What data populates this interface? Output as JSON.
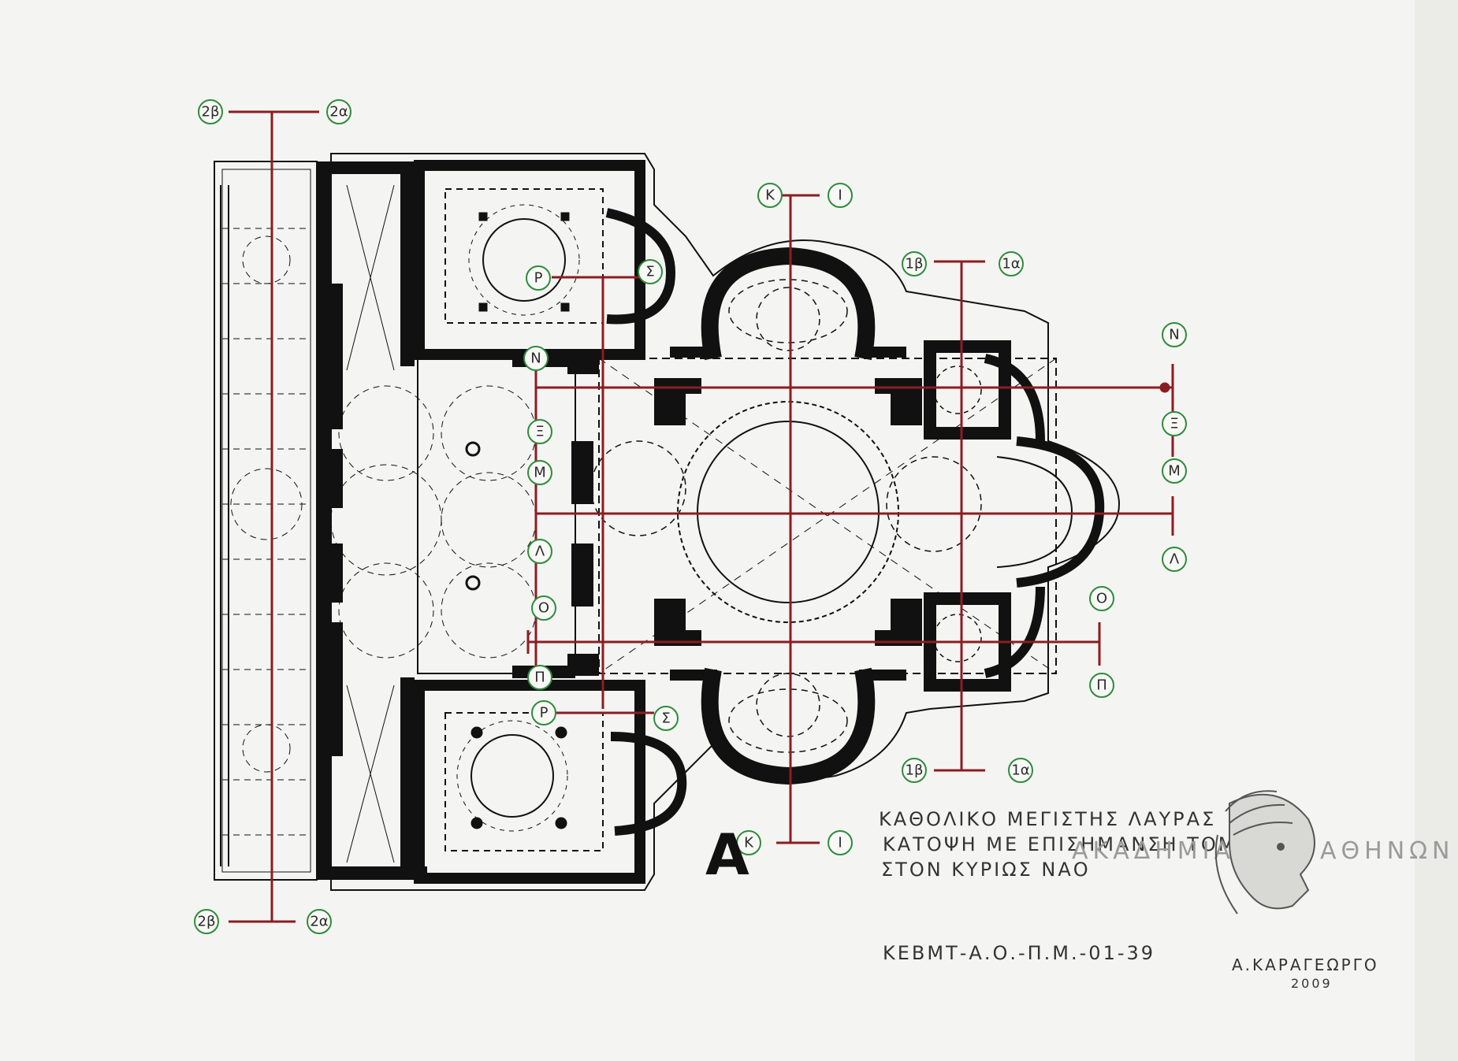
{
  "colors": {
    "paper": "#f4f4f2",
    "walls": "#111111",
    "section_lines": "#8b1d22",
    "markers": "#2e8b3a",
    "watermark": "#9a9a9a"
  },
  "section_markers": [
    {
      "id": "k-top",
      "label": "Κ"
    },
    {
      "id": "i-top",
      "label": "Ι"
    },
    {
      "id": "k-bot",
      "label": "Κ"
    },
    {
      "id": "i-bot",
      "label": "Ι"
    },
    {
      "id": "2b-top",
      "label": "2β"
    },
    {
      "id": "2a-top",
      "label": "2α"
    },
    {
      "id": "2b-bot",
      "label": "2β"
    },
    {
      "id": "2a-bot",
      "label": "2α"
    },
    {
      "id": "1b-top",
      "label": "1β"
    },
    {
      "id": "1a-top",
      "label": "1α"
    },
    {
      "id": "1b-bot",
      "label": "1β"
    },
    {
      "id": "1a-bot",
      "label": "1α"
    },
    {
      "id": "n-right",
      "label": "Ν"
    },
    {
      "id": "xi-right",
      "label": "Ξ"
    },
    {
      "id": "m-right",
      "label": "Μ"
    },
    {
      "id": "l-right",
      "label": "Λ"
    },
    {
      "id": "o-right",
      "label": "Ο"
    },
    {
      "id": "p-right",
      "label": "Π"
    },
    {
      "id": "n-left",
      "label": "Ν"
    },
    {
      "id": "xi-left",
      "label": "Ξ"
    },
    {
      "id": "m-left",
      "label": "Μ"
    },
    {
      "id": "l-left",
      "label": "Λ"
    },
    {
      "id": "o-left",
      "label": "Ο"
    },
    {
      "id": "p-left",
      "label": "Π"
    },
    {
      "id": "r-top",
      "label": "Ρ"
    },
    {
      "id": "s-top",
      "label": "Σ"
    },
    {
      "id": "r-bot",
      "label": "Ρ"
    },
    {
      "id": "s-bot",
      "label": "Σ"
    }
  ],
  "plan_letter": "A",
  "title_lines": [
    "ΚΑΘΟΛΙΚΟ ΜΕΓΙΣΤΗΣ ΛΑΥΡΑΣ",
    "ΚΑΤΟΨΗ ΜΕ ΕΠΙΣΗΜΑΝΣΗ ΤΟΜ",
    "ΣΤΟΝ ΚΥΡΙΩΣ ΝΑΟ"
  ],
  "watermark": {
    "left_word": "ΑΚΑΔΗΜΙΑ",
    "right_word": "ΑΘΗΝΩΝ",
    "emblem": "athena-head-emblem"
  },
  "reference_code": "ΚΕΒΜΤ-Α.Ο.-Π.Μ.-01-39",
  "signature": {
    "name": "Α.ΚΑΡΑΓΕΩΡΓΟ",
    "year": "2009"
  }
}
